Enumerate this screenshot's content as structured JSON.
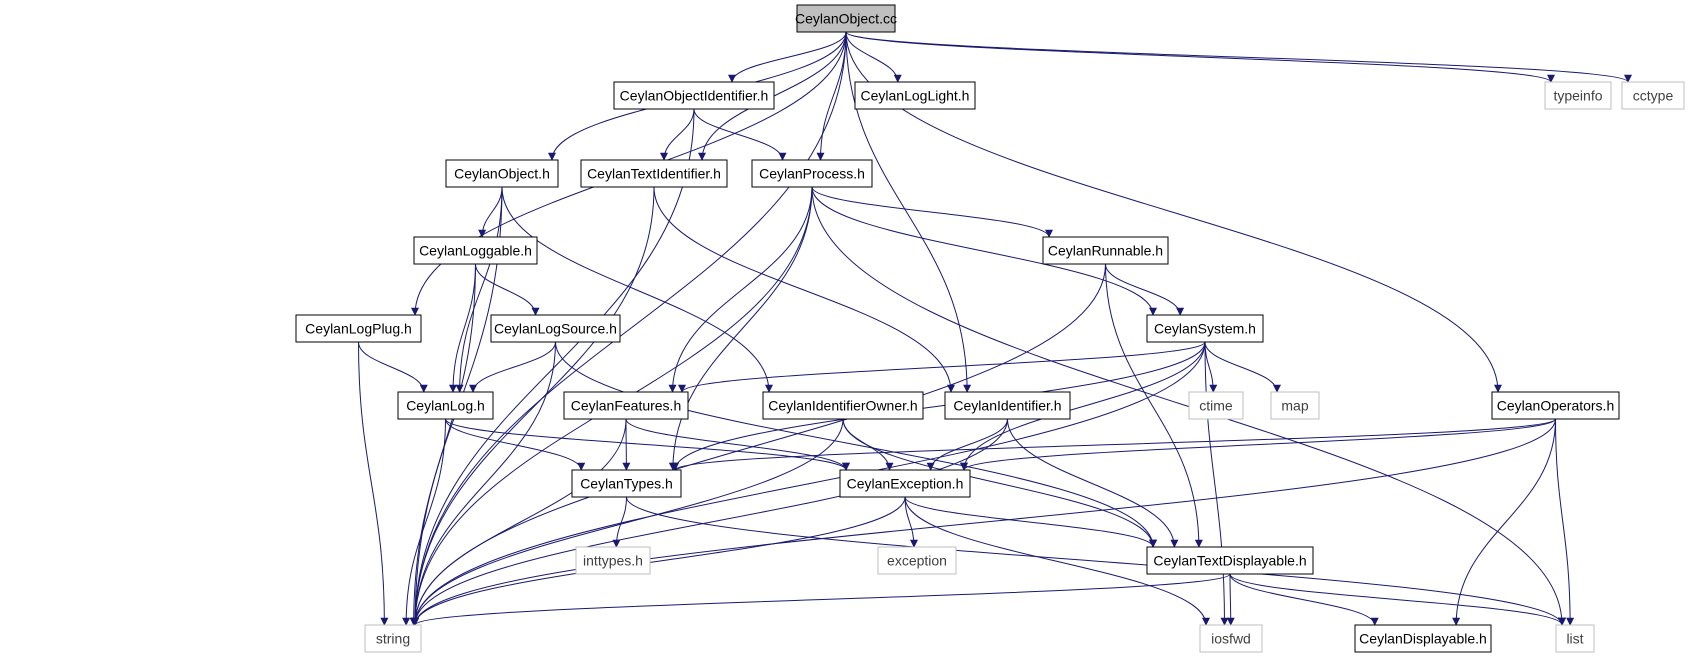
{
  "graph": {
    "colors": {
      "edge": "#191970",
      "root_fill": "#bfbfbf",
      "header_border": "#000000",
      "system_border": "#bfbfbf",
      "system_text": "#404040"
    },
    "nodes": [
      {
        "id": "root",
        "label": "CeylanObject.cc",
        "kind": "root"
      },
      {
        "id": "objid",
        "label": "CeylanObjectIdentifier.h",
        "kind": "header"
      },
      {
        "id": "loglight",
        "label": "CeylanLogLight.h",
        "kind": "header"
      },
      {
        "id": "typeinfo",
        "label": "typeinfo",
        "kind": "system"
      },
      {
        "id": "cctype",
        "label": "cctype",
        "kind": "system"
      },
      {
        "id": "object",
        "label": "CeylanObject.h",
        "kind": "header"
      },
      {
        "id": "textid",
        "label": "CeylanTextIdentifier.h",
        "kind": "header"
      },
      {
        "id": "process",
        "label": "CeylanProcess.h",
        "kind": "header"
      },
      {
        "id": "loggable",
        "label": "CeylanLoggable.h",
        "kind": "header"
      },
      {
        "id": "runnable",
        "label": "CeylanRunnable.h",
        "kind": "header"
      },
      {
        "id": "logplug",
        "label": "CeylanLogPlug.h",
        "kind": "header"
      },
      {
        "id": "logsource",
        "label": "CeylanLogSource.h",
        "kind": "header"
      },
      {
        "id": "system",
        "label": "CeylanSystem.h",
        "kind": "header"
      },
      {
        "id": "log",
        "label": "CeylanLog.h",
        "kind": "header"
      },
      {
        "id": "features",
        "label": "CeylanFeatures.h",
        "kind": "header"
      },
      {
        "id": "idowner",
        "label": "CeylanIdentifierOwner.h",
        "kind": "header"
      },
      {
        "id": "identifier",
        "label": "CeylanIdentifier.h",
        "kind": "header"
      },
      {
        "id": "ctime",
        "label": "ctime",
        "kind": "system"
      },
      {
        "id": "map",
        "label": "map",
        "kind": "system"
      },
      {
        "id": "operators",
        "label": "CeylanOperators.h",
        "kind": "header"
      },
      {
        "id": "types",
        "label": "CeylanTypes.h",
        "kind": "header"
      },
      {
        "id": "exception",
        "label": "CeylanException.h",
        "kind": "header"
      },
      {
        "id": "inttypes",
        "label": "inttypes.h",
        "kind": "system"
      },
      {
        "id": "stdexception",
        "label": "exception",
        "kind": "system"
      },
      {
        "id": "textdisp",
        "label": "CeylanTextDisplayable.h",
        "kind": "header"
      },
      {
        "id": "string",
        "label": "string",
        "kind": "system"
      },
      {
        "id": "iosfwd",
        "label": "iosfwd",
        "kind": "system"
      },
      {
        "id": "displayable",
        "label": "CeylanDisplayable.h",
        "kind": "header"
      },
      {
        "id": "list",
        "label": "list",
        "kind": "system"
      }
    ],
    "edges": [
      [
        "root",
        "objid"
      ],
      [
        "root",
        "loglight"
      ],
      [
        "root",
        "typeinfo"
      ],
      [
        "root",
        "cctype"
      ],
      [
        "root",
        "object"
      ],
      [
        "root",
        "textid"
      ],
      [
        "root",
        "process"
      ],
      [
        "root",
        "logplug"
      ],
      [
        "root",
        "identifier"
      ],
      [
        "root",
        "operators"
      ],
      [
        "root",
        "string"
      ],
      [
        "objid",
        "textid"
      ],
      [
        "objid",
        "process"
      ],
      [
        "objid",
        "string"
      ],
      [
        "object",
        "loggable"
      ],
      [
        "object",
        "idowner"
      ],
      [
        "object",
        "log"
      ],
      [
        "object",
        "string"
      ],
      [
        "textid",
        "identifier"
      ],
      [
        "textid",
        "string"
      ],
      [
        "process",
        "runnable"
      ],
      [
        "process",
        "system"
      ],
      [
        "process",
        "features"
      ],
      [
        "process",
        "types"
      ],
      [
        "process",
        "list"
      ],
      [
        "process",
        "string"
      ],
      [
        "loggable",
        "logsource"
      ],
      [
        "loggable",
        "log"
      ],
      [
        "loggable",
        "string"
      ],
      [
        "runnable",
        "system"
      ],
      [
        "runnable",
        "textdisp"
      ],
      [
        "runnable",
        "string"
      ],
      [
        "logplug",
        "log"
      ],
      [
        "logplug",
        "string"
      ],
      [
        "logsource",
        "log"
      ],
      [
        "logsource",
        "textdisp"
      ],
      [
        "logsource",
        "string"
      ],
      [
        "system",
        "features"
      ],
      [
        "system",
        "types"
      ],
      [
        "system",
        "exception"
      ],
      [
        "system",
        "ctime"
      ],
      [
        "system",
        "map"
      ],
      [
        "system",
        "string"
      ],
      [
        "system",
        "iosfwd"
      ],
      [
        "log",
        "types"
      ],
      [
        "log",
        "exception"
      ],
      [
        "log",
        "string"
      ],
      [
        "features",
        "types"
      ],
      [
        "features",
        "exception"
      ],
      [
        "features",
        "string"
      ],
      [
        "idowner",
        "exception"
      ],
      [
        "idowner",
        "textdisp"
      ],
      [
        "idowner",
        "string"
      ],
      [
        "identifier",
        "exception"
      ],
      [
        "identifier",
        "textdisp"
      ],
      [
        "identifier",
        "string"
      ],
      [
        "operators",
        "types"
      ],
      [
        "operators",
        "exception"
      ],
      [
        "operators",
        "displayable"
      ],
      [
        "operators",
        "list"
      ],
      [
        "operators",
        "string"
      ],
      [
        "types",
        "inttypes"
      ],
      [
        "types",
        "list"
      ],
      [
        "exception",
        "stdexception"
      ],
      [
        "exception",
        "textdisp"
      ],
      [
        "exception",
        "iosfwd"
      ],
      [
        "exception",
        "string"
      ],
      [
        "textdisp",
        "iosfwd"
      ],
      [
        "textdisp",
        "displayable"
      ],
      [
        "textdisp",
        "list"
      ],
      [
        "textdisp",
        "string"
      ]
    ]
  }
}
